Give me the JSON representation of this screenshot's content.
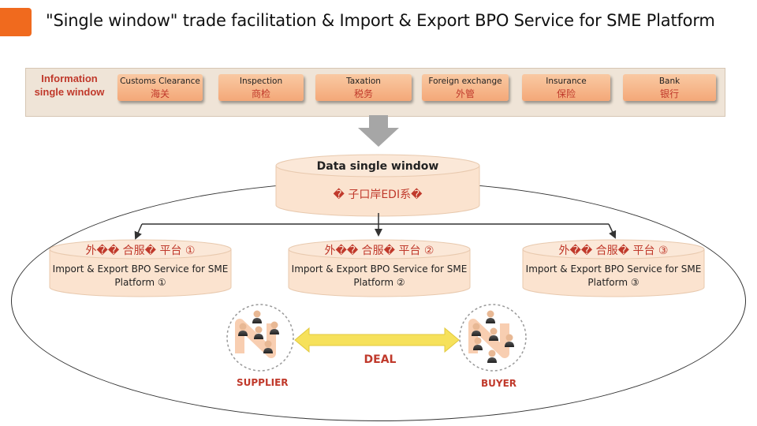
{
  "header": {
    "title": "\"Single window\" trade facilitation & Import & Export BPO Service for SME Platform",
    "accent_color": "#f06a1e"
  },
  "information_window": {
    "label": "Information single window",
    "agencies": [
      {
        "en": "Customs Clearance",
        "zh": "海关"
      },
      {
        "en": "Inspection",
        "zh": "商检"
      },
      {
        "en": "Taxation",
        "zh": "税务"
      },
      {
        "en": "Foreign exchange",
        "zh": "外管"
      },
      {
        "en": "Insurance",
        "zh": "保险"
      },
      {
        "en": "Bank",
        "zh": "银行"
      }
    ]
  },
  "data_window": {
    "en": "Data single window",
    "zh": "� 子口岸EDI系�"
  },
  "platforms": [
    {
      "zh": "外�� 合服� 平台 ①",
      "en": "Import & Export BPO Service for SME Platform ①"
    },
    {
      "zh": "外�� 合服� 平台 ②",
      "en": "Import & Export BPO Service for SME Platform ②"
    },
    {
      "zh": "外�� 合服� 平台 ③",
      "en": "Import & Export BPO Service for SME Platform ③"
    }
  ],
  "deal": {
    "label": "DEAL"
  },
  "supplier": {
    "label": "SUPPLIER"
  },
  "buyer": {
    "label": "BUYER"
  },
  "colors": {
    "agency_fill": "#f6b587",
    "cylinder_fill": "#fbe3cf",
    "band_fill": "#efe4d7",
    "label_red": "#c0392b",
    "deal_arrow": "#f6e15b"
  }
}
